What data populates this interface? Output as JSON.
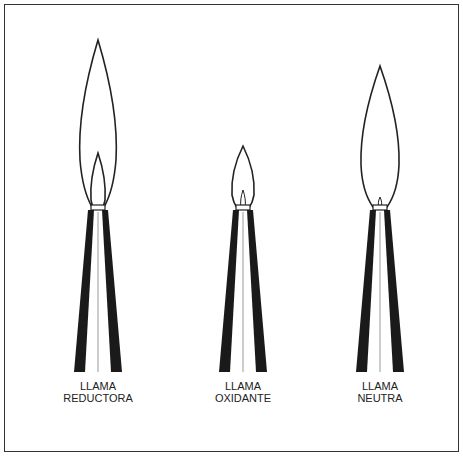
{
  "diagram": {
    "labels": [
      "LLAMA REDUCTORA",
      "LLAMA OXIDANTE",
      "LLAMA NEUTRA"
    ]
  }
}
